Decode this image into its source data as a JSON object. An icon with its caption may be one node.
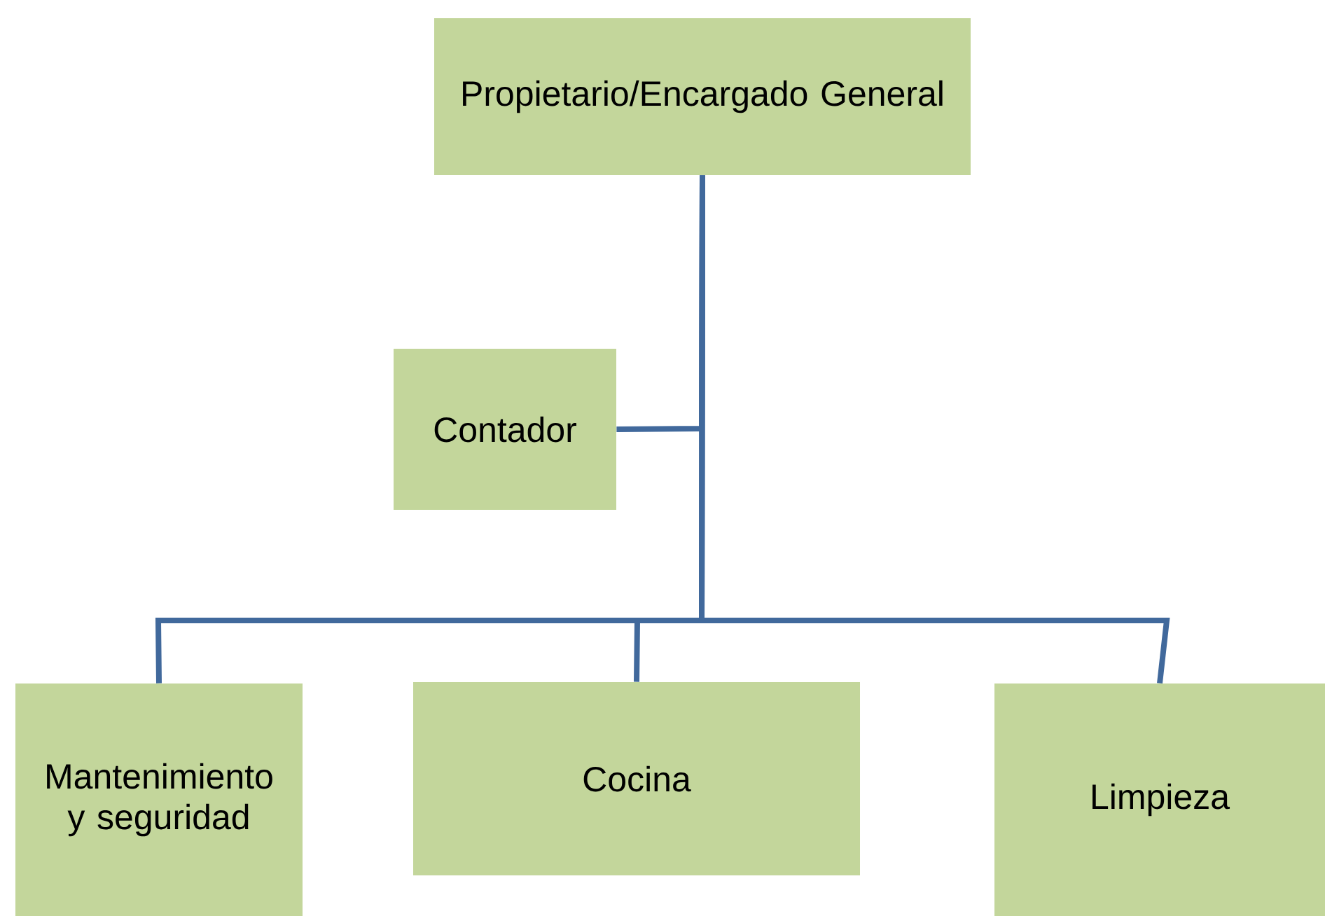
{
  "diagram": {
    "nodes": [
      {
        "text": [
          "Propietario/Encargado General"
        ]
      },
      {
        "text": [
          "Contador"
        ]
      },
      {
        "text": [
          "Mantenimiento y seguridad"
        ]
      },
      {
        "text": [
          "Cocina"
        ]
      },
      {
        "text": [
          "Limpieza"
        ]
      }
    ],
    "edges": [
      {
        "from": 0,
        "to": 1,
        "arrow": "none"
      },
      {
        "from": 0,
        "to": 2,
        "arrow": "none"
      },
      {
        "from": 0,
        "to": 3,
        "arrow": "none"
      },
      {
        "from": 0,
        "to": 4,
        "arrow": "none"
      }
    ]
  }
}
